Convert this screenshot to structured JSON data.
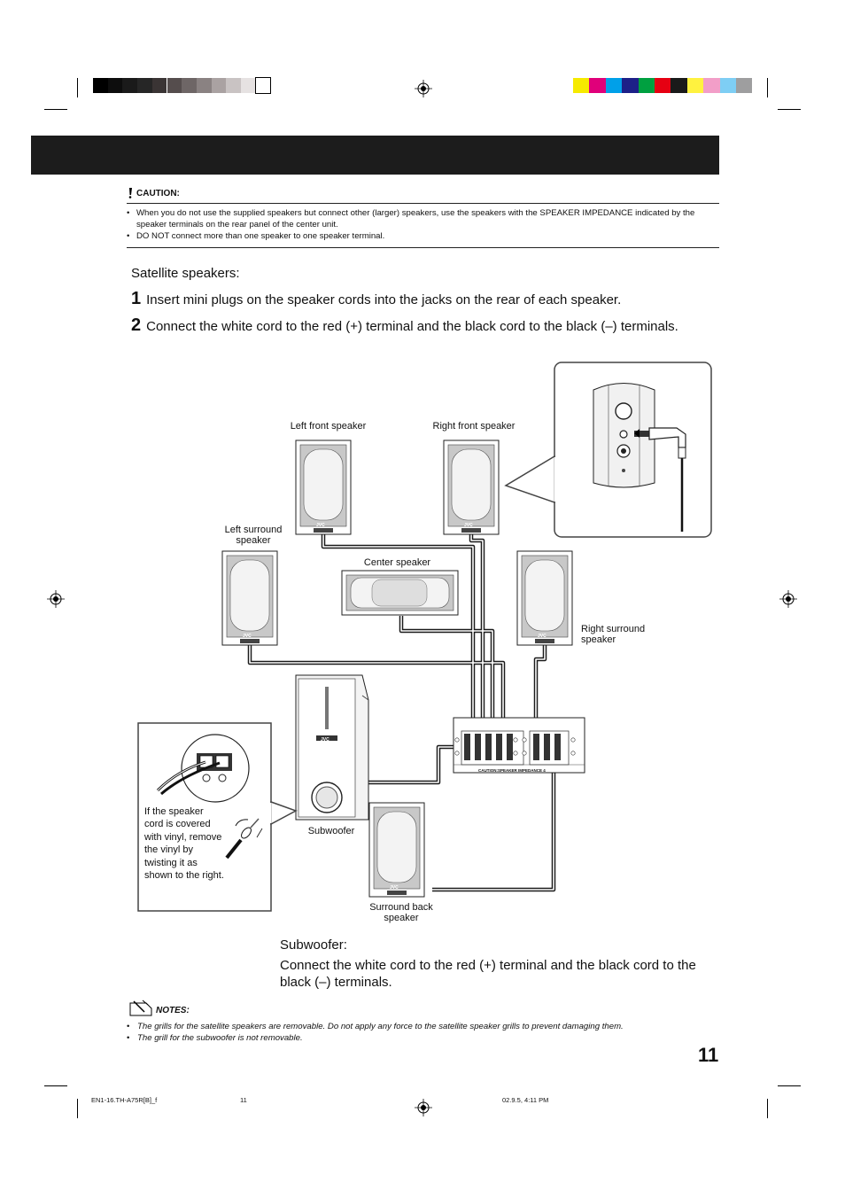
{
  "caution": {
    "heading": "CAUTION:",
    "items": [
      "When you do not use the supplied speakers but connect other (larger) speakers, use the speakers with the SPEAKER IMPEDANCE indicated by the speaker terminals on the rear panel of the center unit.",
      "DO NOT connect more than one speaker to one speaker terminal."
    ]
  },
  "satellite": {
    "heading": "Satellite speakers:",
    "steps": [
      {
        "num": "1",
        "text": "Insert mini plugs on the speaker cords into the jacks on the rear of each speaker."
      },
      {
        "num": "2",
        "text": "Connect the white cord to the red (+) terminal and the black cord to the black (–) terminals."
      }
    ]
  },
  "diagram": {
    "labels": {
      "left_front": "Left front speaker",
      "right_front": "Right front speaker",
      "left_surround": "Left surround speaker",
      "center": "Center speaker",
      "right_surround": "Right surround speaker",
      "subwoofer": "Subwoofer",
      "surround_back": "Surround back speaker"
    },
    "brand": "JVC",
    "panel_caution": "CAUTION:SPEAKER IMPEDANCE 4",
    "tip": "If the speaker cord is covered with vinyl, remove the vinyl by twisting it as shown to the right."
  },
  "subwoofer": {
    "heading": "Subwoofer:",
    "text": "Connect the white cord to the red (+) terminal and the black cord to the black (–) terminals."
  },
  "notes": {
    "heading": "NOTES:",
    "items": [
      "The grills for the satellite speakers are removable. Do not apply any force to the satellite speaker grills to prevent damaging them.",
      "The grill for the subwoofer is not removable."
    ]
  },
  "page_number": "11",
  "footer": {
    "file": "EN1-16.TH-A75R[B]_f",
    "page": "11",
    "timestamp": "02.9.5, 4:11 PM"
  },
  "colors": {
    "title_bar": "#1c1c1c",
    "gray_swatches": [
      "#000000",
      "#0d0d0d",
      "#1a1a1a",
      "#262626",
      "#3a3434",
      "#554d4d",
      "#6e6666",
      "#8a8282",
      "#aaa2a2",
      "#c9c3c3",
      "#e6e2e2",
      "#ffffff"
    ],
    "color_swatches": [
      "#f6ea00",
      "#e0007a",
      "#00a0e9",
      "#1d2088",
      "#00a040",
      "#e60012",
      "#1a1a1a",
      "#fff23f",
      "#f29ec8",
      "#7ecef4",
      "#9e9e9f"
    ]
  }
}
